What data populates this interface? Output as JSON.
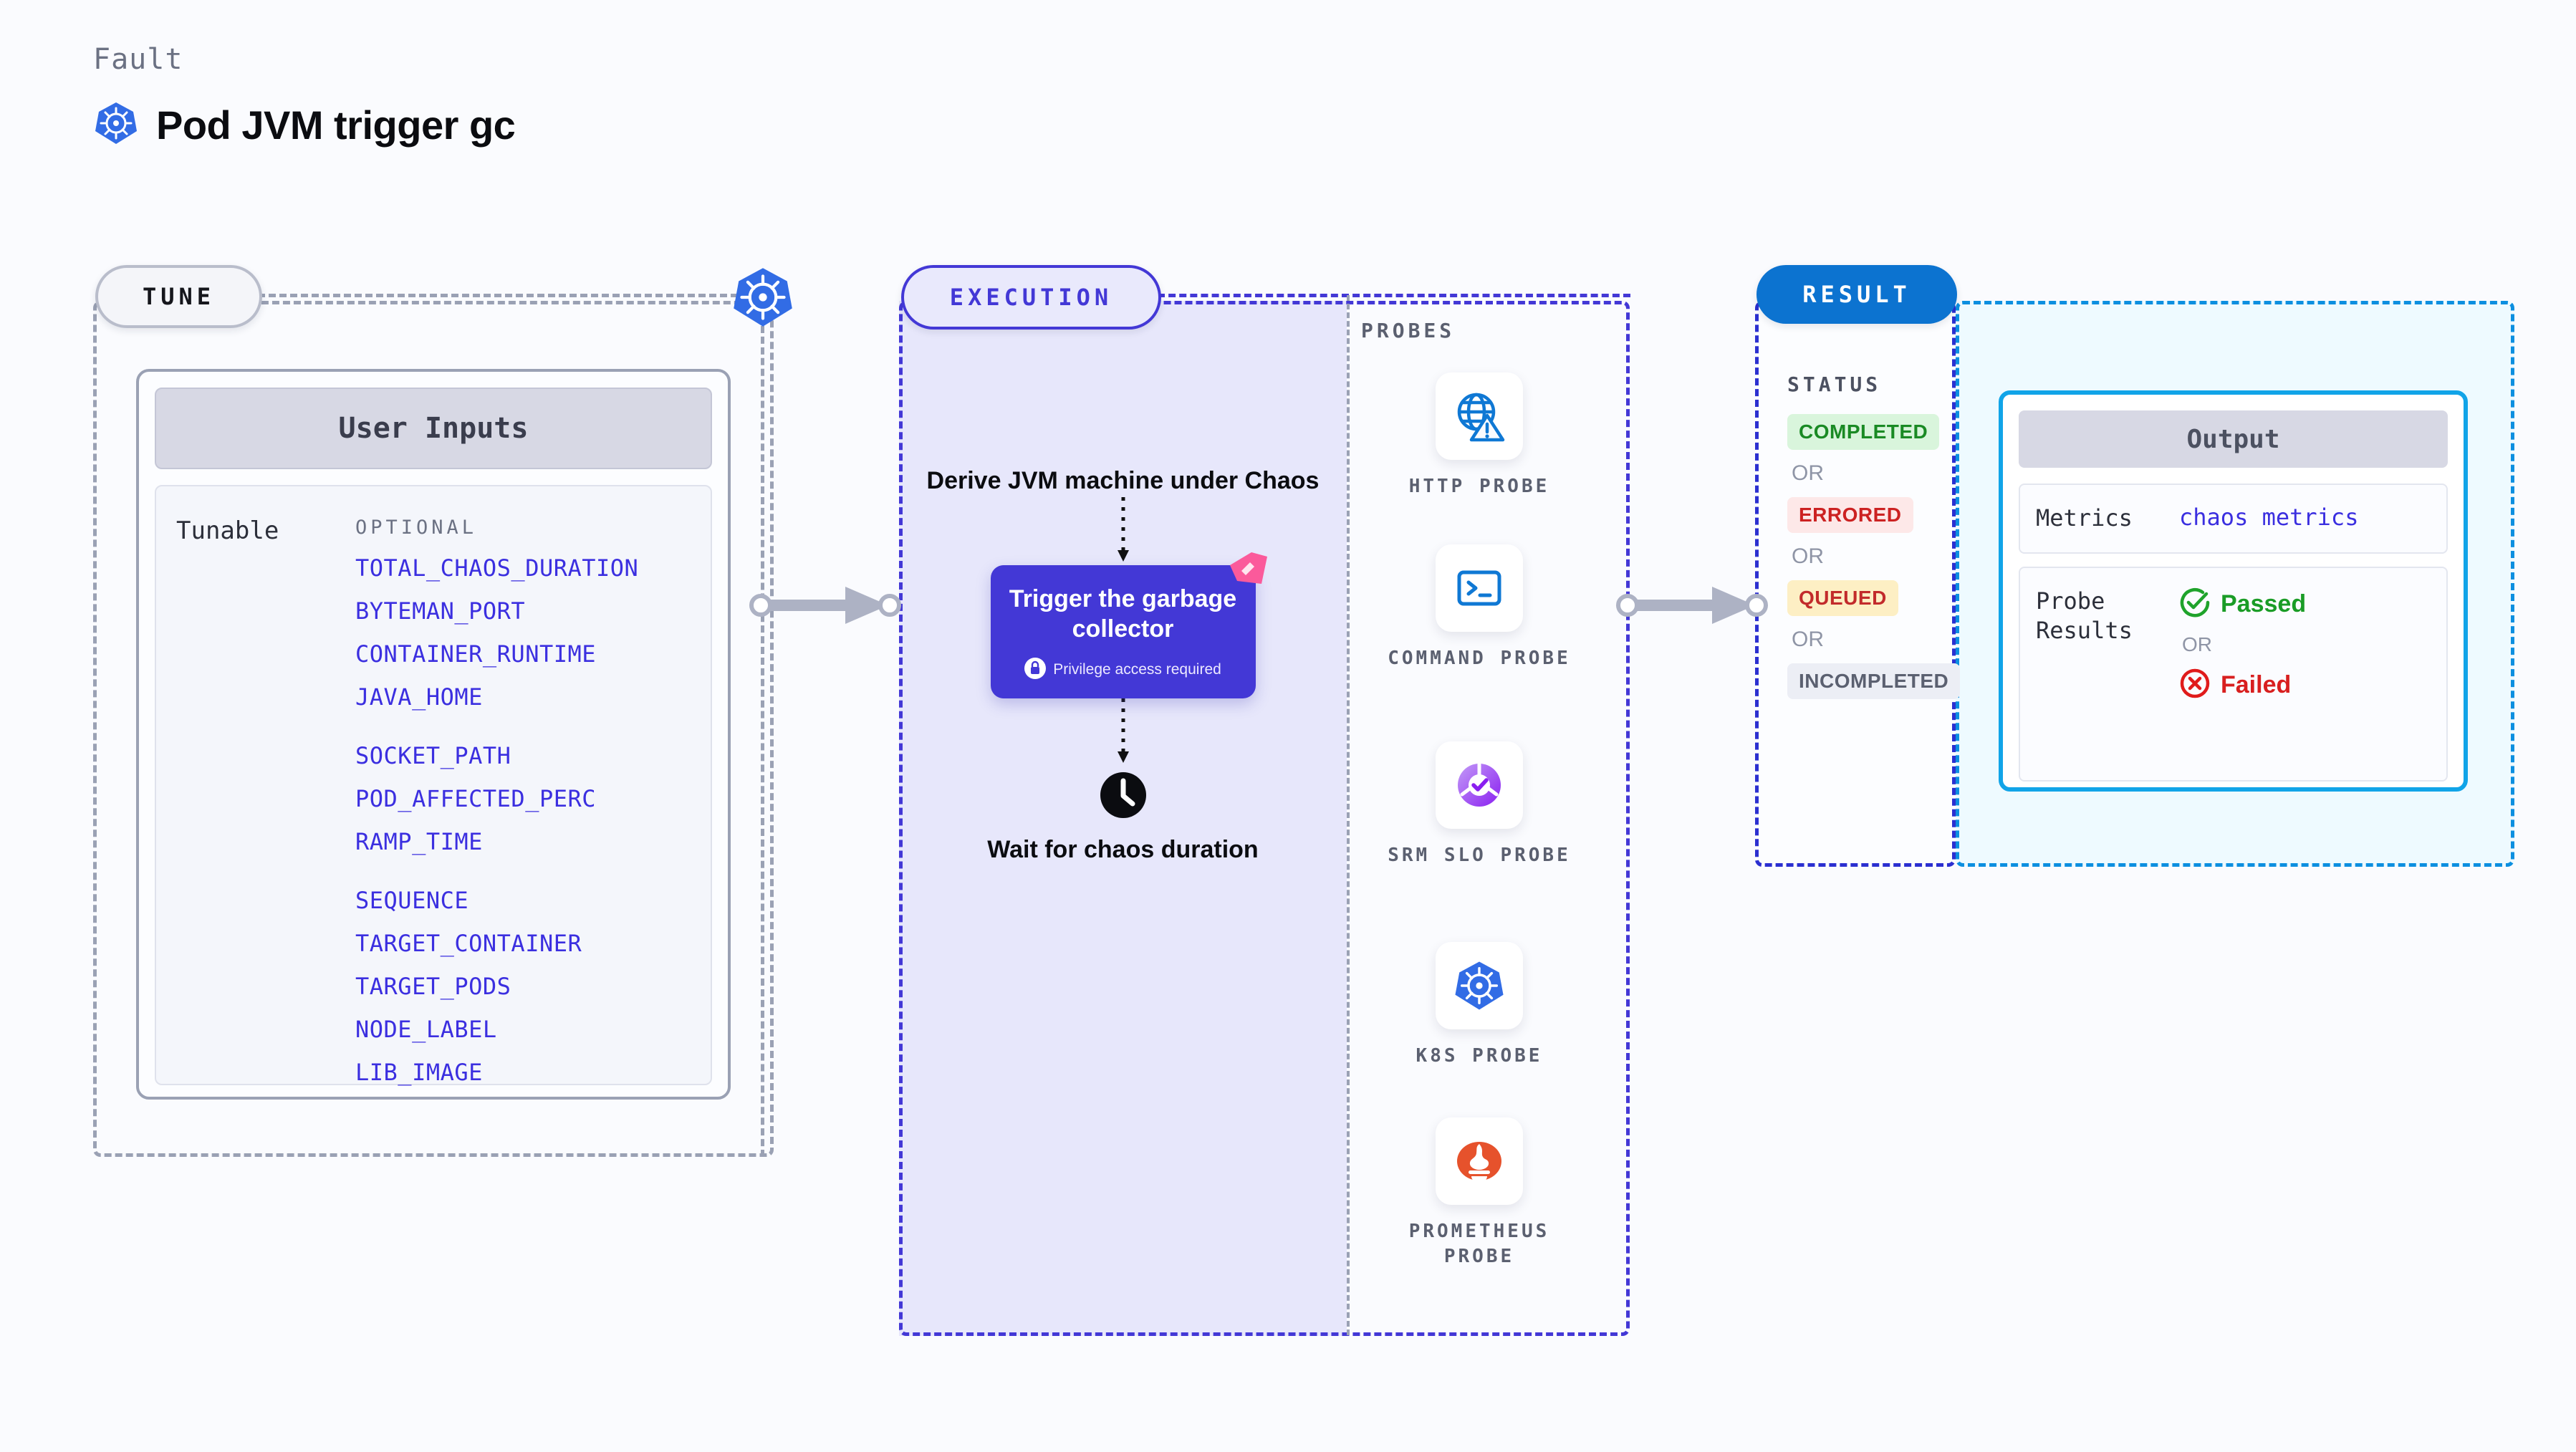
{
  "header": {
    "eyebrow": "Fault",
    "title": "Pod JVM trigger gc",
    "icon": "kubernetes-icon"
  },
  "tune": {
    "pill_label": "TUNE",
    "edge_icon": "kubernetes-icon",
    "card": {
      "header": "User Inputs",
      "group_label": "Tunable",
      "optional_label": "OPTIONAL",
      "tunables": [
        {
          "name": "TOTAL_CHAOS_DURATION",
          "gap": false
        },
        {
          "name": "BYTEMAN_PORT",
          "gap": false
        },
        {
          "name": "CONTAINER_RUNTIME",
          "gap": false
        },
        {
          "name": "JAVA_HOME",
          "gap": false
        },
        {
          "name": "SOCKET_PATH",
          "gap": true
        },
        {
          "name": "POD_AFFECTED_PERC",
          "gap": false
        },
        {
          "name": "RAMP_TIME",
          "gap": false
        },
        {
          "name": "SEQUENCE",
          "gap": true
        },
        {
          "name": "TARGET_CONTAINER",
          "gap": false
        },
        {
          "name": "TARGET_PODS",
          "gap": false
        },
        {
          "name": "NODE_LABEL",
          "gap": false
        },
        {
          "name": "LIB_IMAGE",
          "gap": false
        }
      ]
    }
  },
  "execution": {
    "pill_label": "EXECUTION",
    "steps": [
      {
        "id": "derive",
        "label": "Derive JVM machine under Chaos"
      },
      {
        "id": "trigger",
        "label": "Trigger the garbage collector",
        "badge": "Privilege access required",
        "badge_icon": "lock-icon"
      },
      {
        "id": "wait",
        "label": "Wait for chaos duration",
        "icon": "clock-icon"
      }
    ]
  },
  "probes": {
    "section_label": "PROBES",
    "items": [
      {
        "label": "HTTP PROBE",
        "icon": "globe-warning-icon"
      },
      {
        "label": "COMMAND PROBE",
        "icon": "terminal-icon"
      },
      {
        "label": "SRM SLO PROBE",
        "icon": "srm-slo-icon"
      },
      {
        "label": "K8S PROBE",
        "icon": "kubernetes-icon"
      },
      {
        "label": "PROMETHEUS PROBE",
        "icon": "prometheus-icon"
      }
    ]
  },
  "result": {
    "pill_label": "RESULT",
    "status_label": "STATUS",
    "or_label": "OR",
    "statuses": [
      {
        "label": "COMPLETED",
        "bg": "#d9f5dc",
        "fg": "#1a8a24"
      },
      {
        "label": "ERRORED",
        "bg": "#fde8e8",
        "fg": "#cc2222"
      },
      {
        "label": "QUEUED",
        "bg": "#fdefc4",
        "fg": "#c22b2b"
      },
      {
        "label": "INCOMPLETED",
        "bg": "#eceef5",
        "fg": "#5b6070"
      }
    ]
  },
  "output": {
    "header": "Output",
    "metrics_key": "Metrics",
    "metrics_value": "chaos metrics",
    "probe_results_key": "Probe Results",
    "passed_label": "Passed",
    "failed_label": "Failed",
    "or_label": "OR",
    "passed_icon": "check-circle-icon",
    "failed_icon": "x-circle-icon"
  },
  "colors": {
    "accent_purple": "#4338d6",
    "accent_blue": "#0c73d0",
    "accent_cyan": "#11a4e8",
    "link_blue": "#3b2fe0",
    "pass_green": "#1a8a24",
    "fail_red": "#d81f1f"
  }
}
